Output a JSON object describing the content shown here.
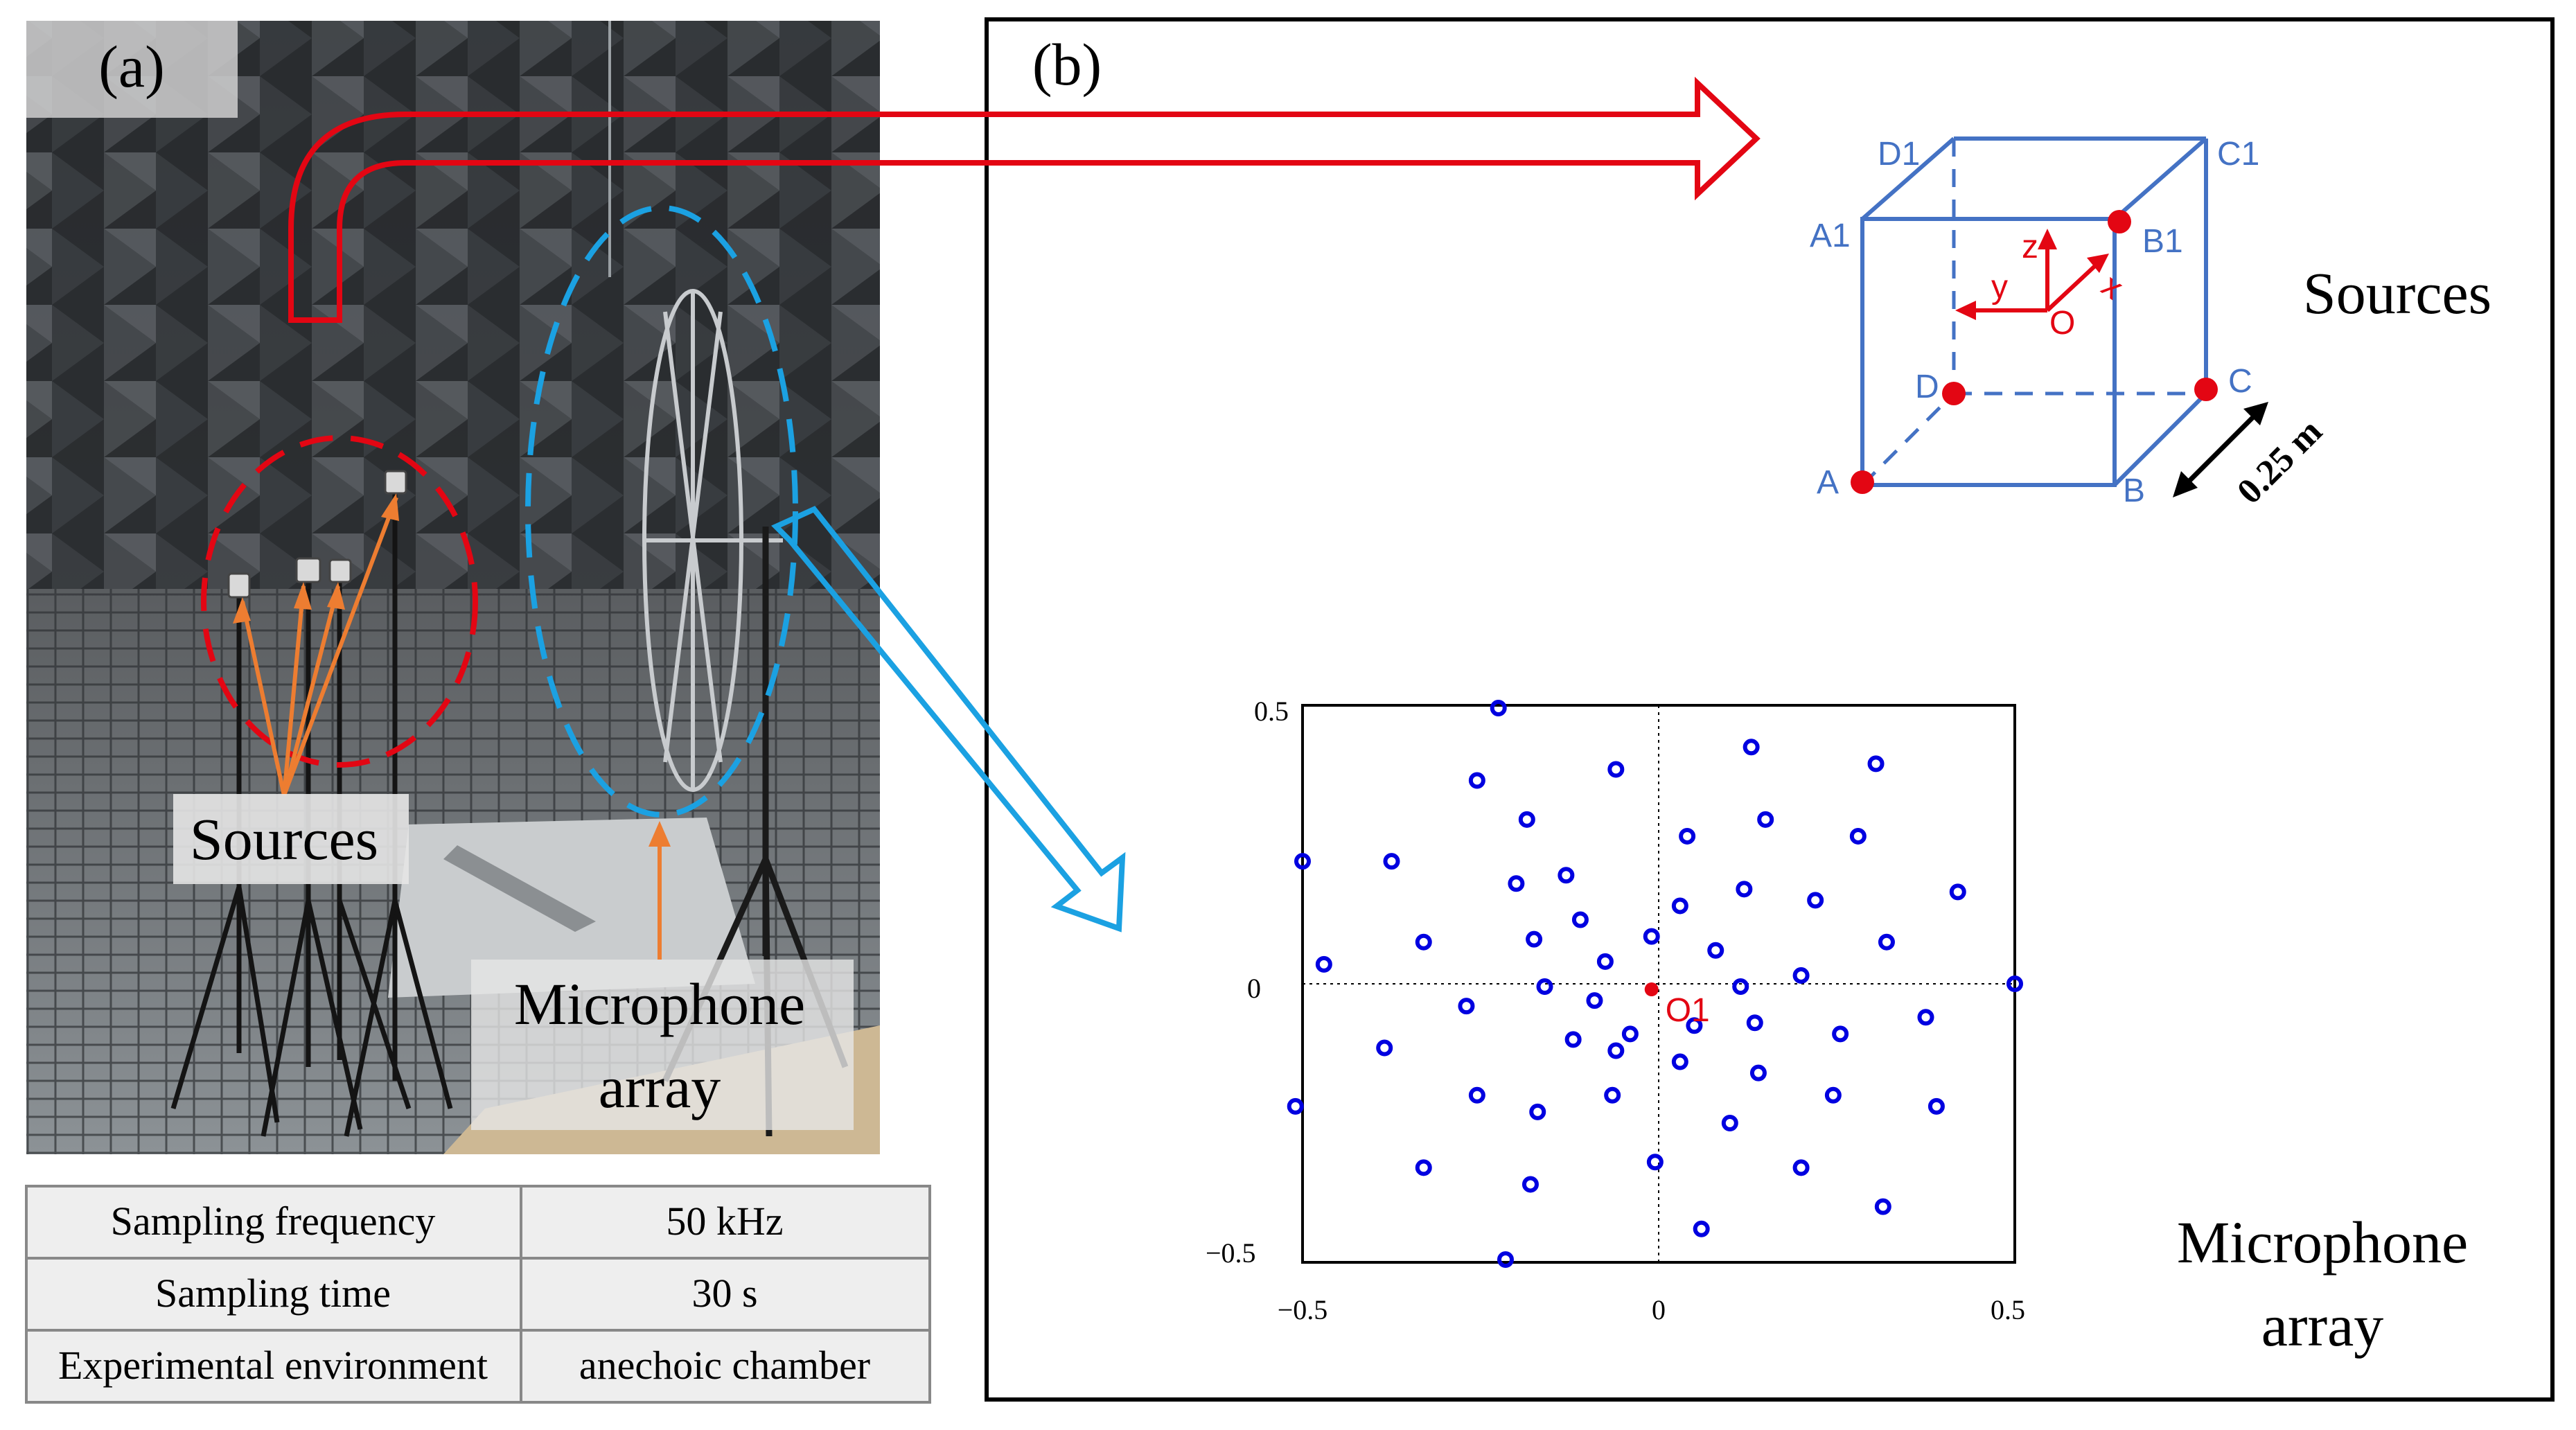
{
  "panel_a": {
    "label": "(a)",
    "sources_label": "Sources",
    "array_label_line1": "Microphone",
    "array_label_line2": "array"
  },
  "settings_table": {
    "rows": [
      {
        "name": "Sampling frequency",
        "value": "50 kHz"
      },
      {
        "name": "Sampling time",
        "value": "30 s"
      },
      {
        "name": "Experimental environment",
        "value": "anechoic chamber"
      }
    ]
  },
  "panel_b": {
    "label": "(b)",
    "sources_label": "Sources",
    "array_label_line1": "Microphone",
    "array_label_line2": "array",
    "cube": {
      "vertices": {
        "A": "A",
        "B": "B",
        "C": "C",
        "D": "D",
        "A1": "A1",
        "B1": "B1",
        "C1": "C1",
        "D1": "D1"
      },
      "axes": {
        "z": "z",
        "y": "y",
        "x": "x",
        "origin": "O"
      },
      "dimension": "0.25 m",
      "source_vertices": [
        "A",
        "C",
        "D",
        "B1"
      ]
    }
  },
  "colors": {
    "source_red": "#e30613",
    "cube_blue": "#4472c4",
    "array_blue": "#0000e0",
    "array_arrow_cyan": "#1ba1e2",
    "photo_arrow_orange": "#ed7d31"
  },
  "chart_data": {
    "type": "scatter",
    "xlim": [
      -0.5,
      0.5
    ],
    "ylim": [
      -0.5,
      0.5
    ],
    "xticks": [
      "−0.5",
      "0",
      "0.5"
    ],
    "yticks": [
      "0.5",
      "0",
      "−0.5"
    ],
    "reference_point": {
      "label": "O1",
      "x": -0.01,
      "y": -0.01
    },
    "microphones": [
      [
        -0.225,
        0.495
      ],
      [
        -0.06,
        0.385
      ],
      [
        0.13,
        0.425
      ],
      [
        0.305,
        0.395
      ],
      [
        -0.5,
        0.22
      ],
      [
        -0.375,
        0.22
      ],
      [
        -0.255,
        0.365
      ],
      [
        -0.185,
        0.295
      ],
      [
        -0.13,
        0.195
      ],
      [
        0.04,
        0.265
      ],
      [
        0.15,
        0.295
      ],
      [
        0.28,
        0.265
      ],
      [
        -0.47,
        0.035
      ],
      [
        -0.385,
        -0.115
      ],
      [
        -0.33,
        0.075
      ],
      [
        -0.27,
        -0.04
      ],
      [
        -0.2,
        0.18
      ],
      [
        -0.175,
        0.08
      ],
      [
        -0.11,
        0.115
      ],
      [
        -0.075,
        0.04
      ],
      [
        -0.01,
        0.085
      ],
      [
        0.03,
        0.14
      ],
      [
        0.08,
        0.06
      ],
      [
        0.12,
        0.17
      ],
      [
        0.2,
        0.015
      ],
      [
        0.22,
        0.15
      ],
      [
        0.32,
        0.075
      ],
      [
        -0.16,
        -0.005
      ],
      [
        -0.12,
        -0.1
      ],
      [
        -0.09,
        -0.03
      ],
      [
        -0.06,
        -0.12
      ],
      [
        -0.04,
        -0.09
      ],
      [
        0.03,
        -0.14
      ],
      [
        0.05,
        -0.075
      ],
      [
        0.115,
        -0.005
      ],
      [
        0.135,
        -0.07
      ],
      [
        0.14,
        -0.16
      ],
      [
        0.255,
        -0.09
      ],
      [
        0.375,
        -0.06
      ],
      [
        0.5,
        0.0
      ],
      [
        -0.51,
        -0.22
      ],
      [
        -0.33,
        -0.33
      ],
      [
        -0.255,
        -0.2
      ],
      [
        -0.17,
        -0.23
      ],
      [
        -0.18,
        -0.36
      ],
      [
        -0.065,
        -0.2
      ],
      [
        -0.005,
        -0.32
      ],
      [
        0.1,
        -0.25
      ],
      [
        0.06,
        -0.44
      ],
      [
        0.2,
        -0.33
      ],
      [
        0.245,
        -0.2
      ],
      [
        0.315,
        -0.4
      ],
      [
        0.39,
        -0.22
      ],
      [
        0.42,
        0.165
      ],
      [
        -0.215,
        -0.495
      ]
    ]
  }
}
